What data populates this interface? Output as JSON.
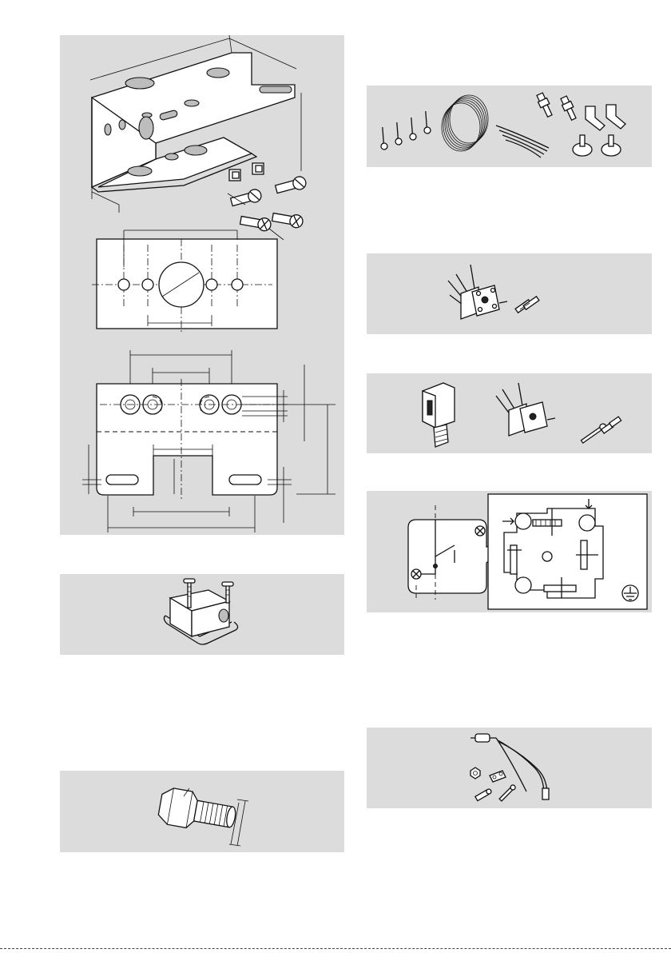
{
  "figures": [
    {
      "id": "bracket",
      "icon": "mounting-bracket-dimension-drawing"
    },
    {
      "id": "screws-tubing-kit",
      "icon": "screws-tubing-fittings-kit-drawing"
    },
    {
      "id": "plug-connector",
      "icon": "plug-connector-with-wires-drawing"
    },
    {
      "id": "cable-socket-kit",
      "icon": "cable-socket-connector-kit-drawing"
    },
    {
      "id": "wiring-diagram",
      "icon": "switch-wiring-diagram"
    },
    {
      "id": "mounting-block",
      "icon": "mounting-block-with-seal-drawing"
    },
    {
      "id": "earth-lead-kit",
      "icon": "earth-lead-kit-drawing"
    },
    {
      "id": "threaded-adapter",
      "icon": "threaded-adapter-drawing"
    }
  ]
}
